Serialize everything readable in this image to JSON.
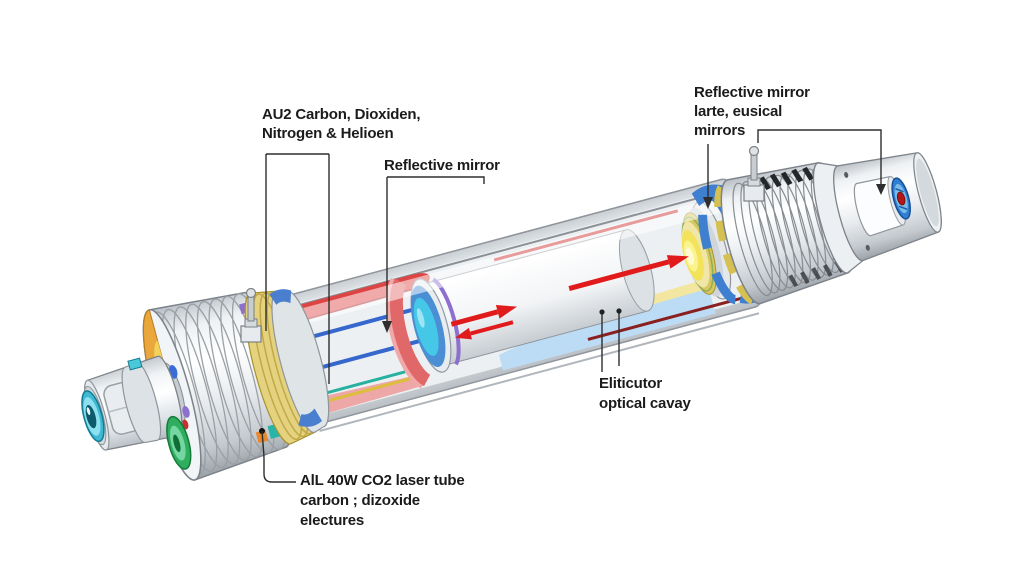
{
  "labels": {
    "gas": {
      "line1": "AU2 Carbon, Dioxiden,",
      "line2": "Nitrogen & Helioen"
    },
    "mirror_mid": {
      "line1": "Reflective mirror"
    },
    "mirror_right": {
      "line1": "Reflective mirror",
      "line2": "larte, eusical",
      "line3": "mirrors"
    },
    "cavity": {
      "line1": "Eliticutor",
      "line2": "optical cavay"
    },
    "tube": {
      "line1": "AlL 40W CO2 laser tube",
      "line2": "carbon ; dizoxide",
      "line3": "electures"
    }
  },
  "colors": {
    "beam_red": "#d81f1f",
    "mirror_gold": "#f2e25c",
    "clamp_blue": "#3f7fd0",
    "nozzle_cyan": "#3fb9d3",
    "cooling_green": "#2fae5e",
    "gas_ring_gold": "#e4d27f",
    "lining_blue": "#bcdcf5",
    "accent_orange": "#e9a73c",
    "accent_purple": "#8d6fd0",
    "leader_line": "#2e2e2e",
    "text": "#1b1b1b",
    "background": "#ffffff"
  }
}
